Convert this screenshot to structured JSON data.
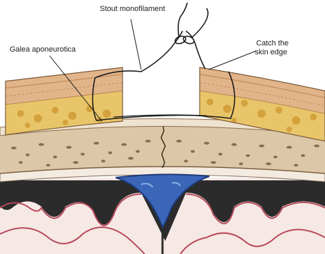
{
  "labels": {
    "stout_monofilament": "Stout monofilament",
    "galea_aponeurotica": "Galea aponeurotica",
    "catch_line1": "Catch the",
    "catch_line2": "skin edge"
  },
  "colors": {
    "background": "#ffffff",
    "skin": "#e2b48a",
    "skin_dark": "#b9824f",
    "fat": "#e9c56a",
    "fat_spot": "#d4a23d",
    "galea": "#efe3d0",
    "bone": "#dcc8a8",
    "bone_pore": "#8c6e4d",
    "dura": "#f4ebe0",
    "brain": "#f6e8e4",
    "brain_edge": "#b7485b",
    "sulcus": "#2b2b2b",
    "sinus": "#3b66b8",
    "suture": "#1a1a1a"
  },
  "icons": [
    "suture-knot-icon"
  ]
}
